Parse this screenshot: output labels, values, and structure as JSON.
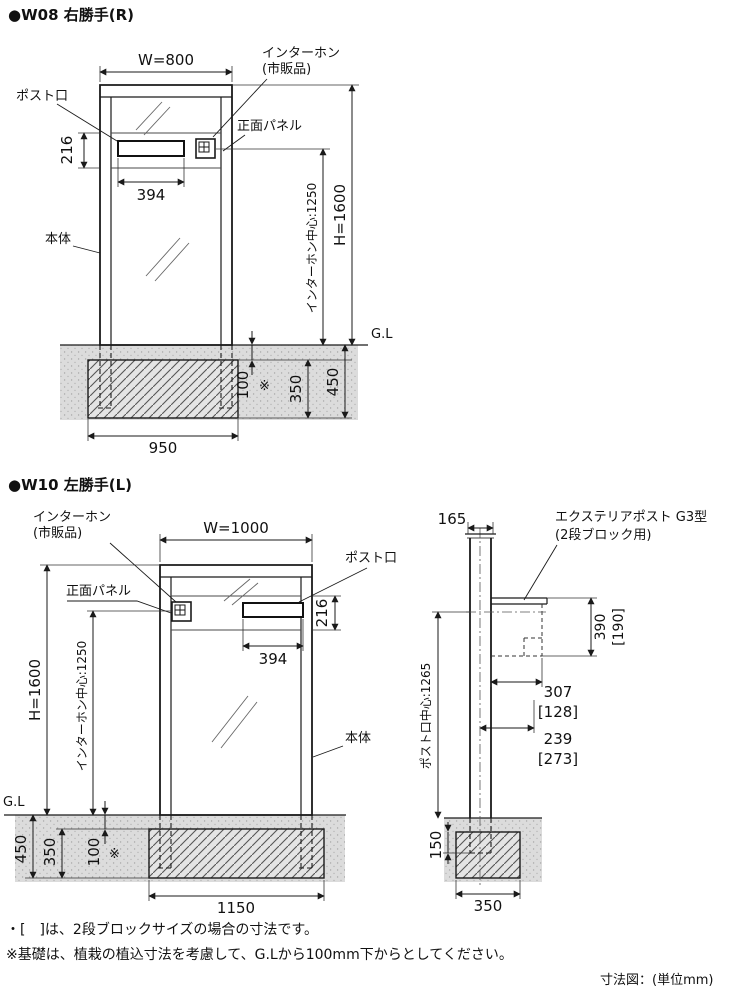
{
  "colors": {
    "line": "#1a1a1a",
    "soil": "#dcdcdc",
    "foundation": "#e4e4e4",
    "hatch": "#555555"
  },
  "w08": {
    "title": "●W08 右勝手(R)",
    "dim_w": "W=800",
    "dim_h": "H=1600",
    "dim_intercom_center": "インターホン中心:1250",
    "dim_216": "216",
    "dim_394": "394",
    "dim_100": "100",
    "mark_note": "※",
    "dim_350": "350",
    "dim_450": "450",
    "dim_950": "950",
    "label_postslot": "ポスト口",
    "label_intercom1": "インターホン",
    "label_intercom2": "(市販品)",
    "label_panel": "正面パネル",
    "label_body": "本体",
    "label_gl": "G.L"
  },
  "w10": {
    "title": "●W10 左勝手(L)",
    "dim_w": "W=1000",
    "dim_h": "H=1600",
    "dim_intercom_center": "インターホン中心:1250",
    "dim_216": "216",
    "dim_394": "394",
    "dim_100": "100",
    "mark_note": "※",
    "dim_350": "350",
    "dim_450": "450",
    "dim_1150": "1150",
    "label_postslot": "ポスト口",
    "label_intercom1": "インターホン",
    "label_intercom2": "(市販品)",
    "label_panel": "正面パネル",
    "label_body": "本体",
    "label_gl": "G.L"
  },
  "side": {
    "dim_165": "165",
    "label_product1": "エクステリアポスト G3型",
    "label_product2": "(2段ブロック用)",
    "dim_390": "390",
    "dim_390_b": "[190]",
    "dim_307": "307",
    "dim_307_b": "[128]",
    "dim_239": "239",
    "dim_239_b": "[273]",
    "label_center": "ポスト口中心:1265",
    "dim_150": "150",
    "dim_350": "350"
  },
  "notes": {
    "note1": "・[　]は、2段ブロックサイズの場合の寸法です。",
    "note2": "※基礎は、植栽の植込寸法を考慮して、G.Lから100mm下からとしてください。",
    "caption": "寸法図：(単位mm)"
  }
}
